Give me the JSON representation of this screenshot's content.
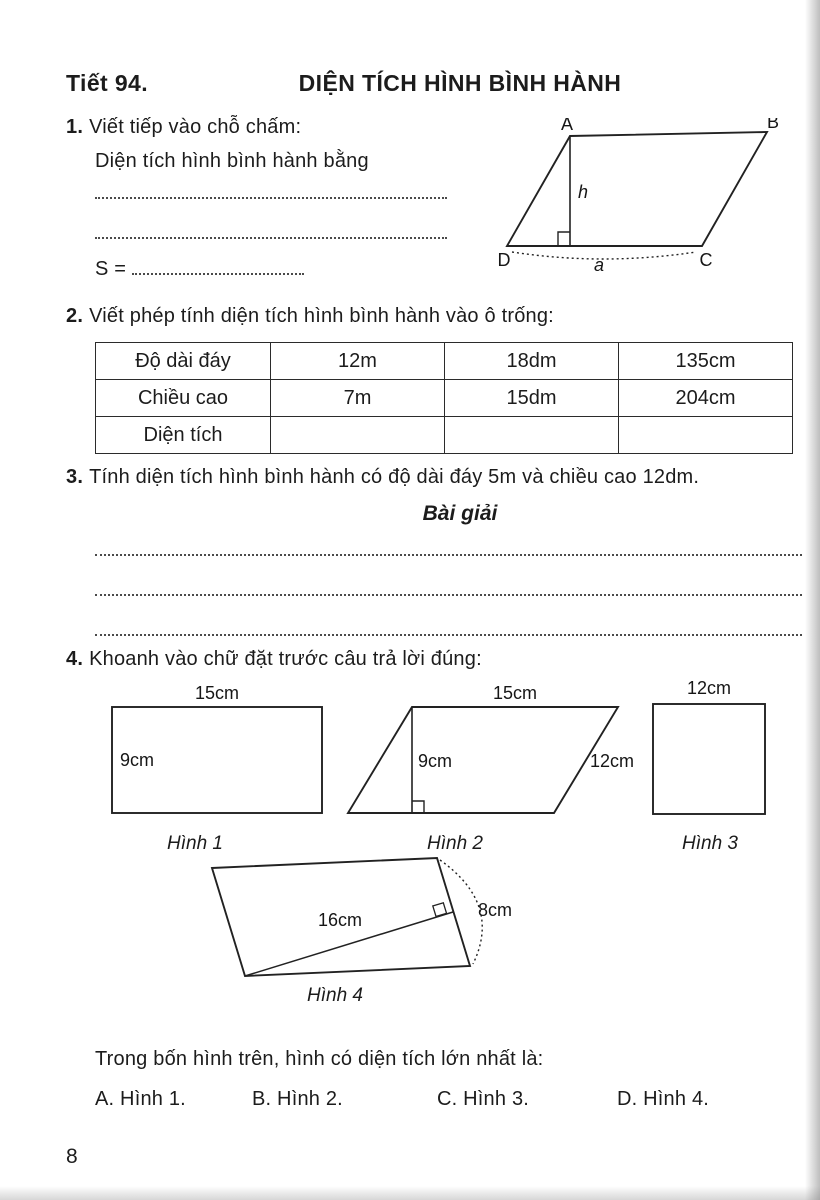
{
  "page": {
    "lesson": "Tiết 94.",
    "title": "DIỆN TÍCH HÌNH BÌNH HÀNH",
    "page_number": "8"
  },
  "q1": {
    "number": "1.",
    "prompt": "Viết tiếp vào chỗ chấm:",
    "line1": "Diện tích hình bình hành bằng",
    "s_label": "S = ",
    "diagram": {
      "A": "A",
      "B": "B",
      "C": "C",
      "D": "D",
      "h": "h",
      "a": "a"
    }
  },
  "q2": {
    "number": "2.",
    "prompt": "Viết phép tính diện tích hình bình hành vào ô trống:",
    "table": {
      "rows": [
        {
          "label": "Độ dài đáy",
          "c1": "12m",
          "c2": "18dm",
          "c3": "135cm"
        },
        {
          "label": "Chiều cao",
          "c1": "7m",
          "c2": "15dm",
          "c3": "204cm"
        },
        {
          "label": "Diện tích",
          "c1": "",
          "c2": "",
          "c3": ""
        }
      ]
    }
  },
  "q3": {
    "number": "3.",
    "prompt": "Tính diện tích hình bình hành có độ dài đáy 5m và chiều cao 12dm.",
    "solution_heading": "Bài giải"
  },
  "q4": {
    "number": "4.",
    "prompt": "Khoanh vào chữ đặt trước câu trả lời đúng:",
    "fig1": {
      "caption": "Hình 1",
      "top": "15cm",
      "left": "9cm"
    },
    "fig2": {
      "caption": "Hình 2",
      "top": "15cm",
      "height": "9cm",
      "side": "12cm"
    },
    "fig3": {
      "caption": "Hình 3",
      "top": "12cm"
    },
    "fig4": {
      "caption": "Hình 4",
      "base": "16cm",
      "height": "8cm"
    },
    "question": "Trong bốn hình trên, hình có diện tích lớn nhất là:",
    "options": [
      {
        "label": "A. Hình 1."
      },
      {
        "label": "B. Hình 2."
      },
      {
        "label": "C. Hình 3."
      },
      {
        "label": "D. Hình 4."
      }
    ]
  }
}
